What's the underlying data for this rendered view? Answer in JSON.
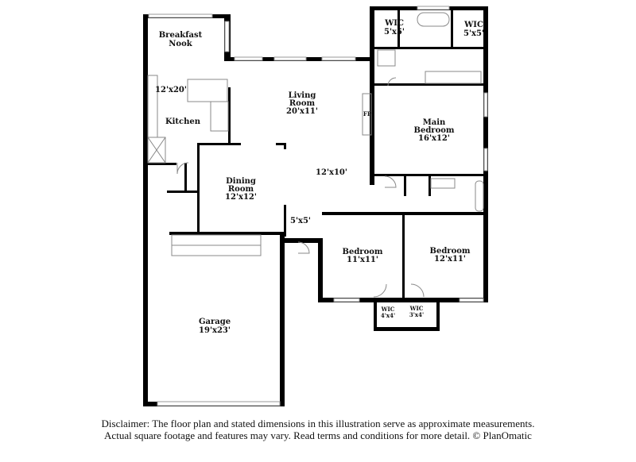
{
  "rooms": {
    "breakfast_nook": {
      "name_line1": "Breakfast",
      "name_line2": "Nook"
    },
    "kitchen": {
      "name": "Kitchen",
      "size": "12'x20'"
    },
    "living_room": {
      "name_line1": "Living",
      "name_line2": "Room",
      "size": "20'x11'"
    },
    "fireplace": {
      "label": "FP"
    },
    "dining_room": {
      "name_line1": "Dining",
      "name_line2": "Room",
      "size": "12'x12'"
    },
    "hall": {
      "size": "12'x10'"
    },
    "foyer": {
      "size": "5'x5'"
    },
    "main_bedroom": {
      "name_line1": "Main",
      "name_line2": "Bedroom",
      "size": "16'x12'"
    },
    "wic_left": {
      "name": "WIC",
      "size": "5'x5'"
    },
    "wic_right": {
      "name": "WIC",
      "size": "5'x5'"
    },
    "bedroom_2": {
      "name": "Bedroom",
      "size": "11'x11'"
    },
    "bedroom_3": {
      "name": "Bedroom",
      "size": "12'x11'"
    },
    "wic_bed2": {
      "name": "WIC",
      "size": "4'x4'"
    },
    "wic_bed3": {
      "name": "WIC",
      "size": "3'x4'"
    },
    "garage": {
      "name": "Garage",
      "size": "19'x23'"
    }
  },
  "disclaimer": {
    "line1": "Disclaimer: The floor plan and stated dimensions in this illustration serve as approximate measurements.",
    "line2": "Actual square footage and features may vary. Read terms and conditions for more detail. © PlanOmatic"
  },
  "colors": {
    "wall": "#000000",
    "window": "#cfcfcf",
    "fixture": "#888888"
  }
}
